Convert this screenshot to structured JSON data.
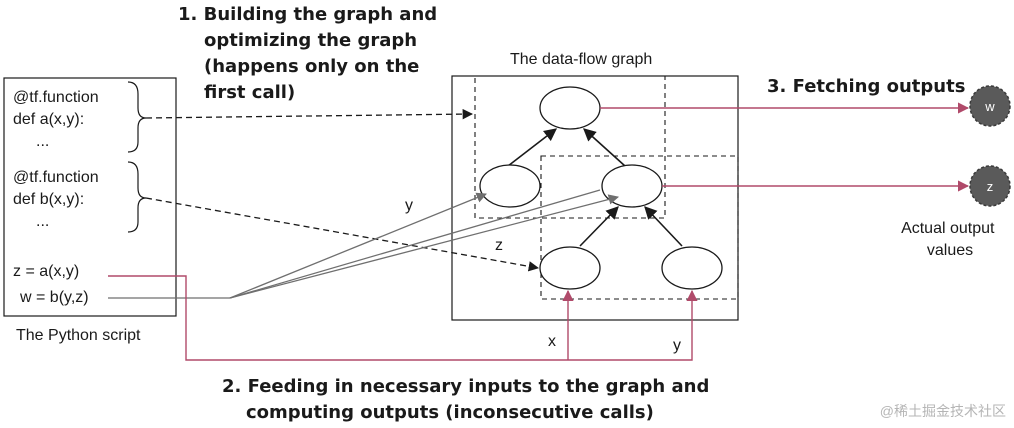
{
  "step1": {
    "lines": [
      "1. Building the graph and",
      "optimizing the graph",
      "(happens only on the",
      "first call)"
    ]
  },
  "step2": {
    "lines": [
      "2. Feeding in necessary inputs to the graph and",
      "computing outputs (inconsecutive calls)"
    ]
  },
  "step3": {
    "label": "3. Fetching outputs"
  },
  "graph": {
    "title": "The data-flow graph"
  },
  "script": {
    "caption": "The Python script",
    "block_a": [
      "@tf.function",
      "def a(x,y):",
      "..."
    ],
    "block_b": [
      "@tf.function",
      "def b(x,y):",
      "..."
    ],
    "call_z": "z = a(x,y)",
    "call_w": "w = b(y,z)"
  },
  "inputs": {
    "y_top": "y",
    "z_mid": "z",
    "x_bottom": "x",
    "y_bottom": "y"
  },
  "outputs": {
    "w_node": "w",
    "z_node": "z",
    "caption": [
      "Actual output",
      "values"
    ]
  },
  "watermark": "@稀土掘金技术社区",
  "colors": {
    "arrow_red": "#b04a6a",
    "arrow_gray": "#6f6f6f",
    "node_fill": "#5a5a5a",
    "ink": "#1a1a1a"
  }
}
